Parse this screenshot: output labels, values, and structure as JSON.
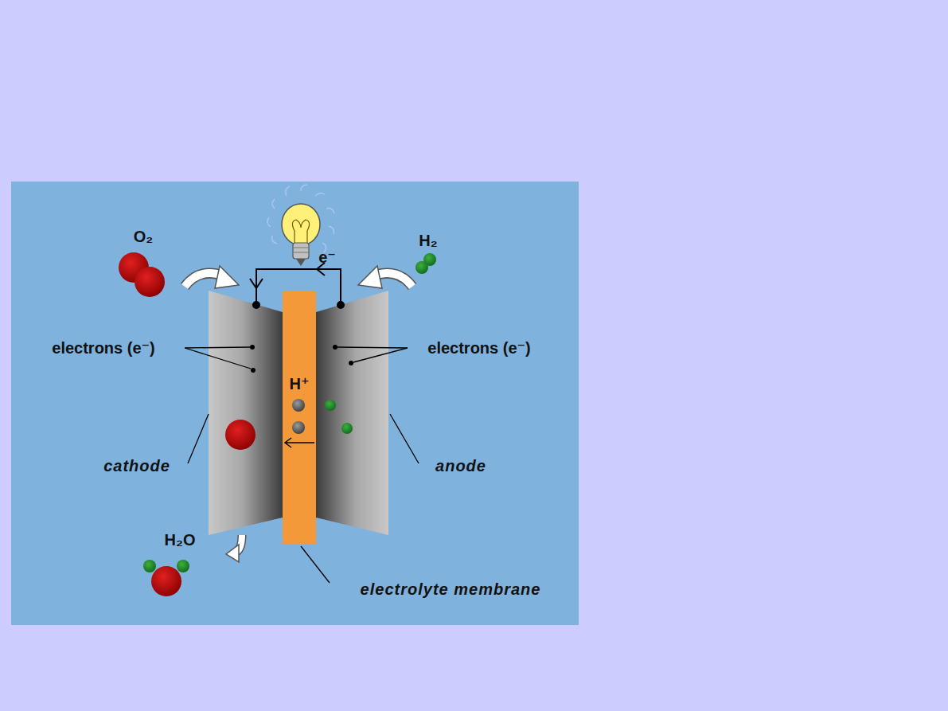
{
  "diagram": {
    "labels": [
      "O₂",
      "H₂",
      "e⁻",
      "electrons (e⁻)",
      "electrons (e⁻)",
      "H⁺",
      "cathode",
      "anode",
      "H₂O",
      "electrolyte membrane"
    ]
  }
}
